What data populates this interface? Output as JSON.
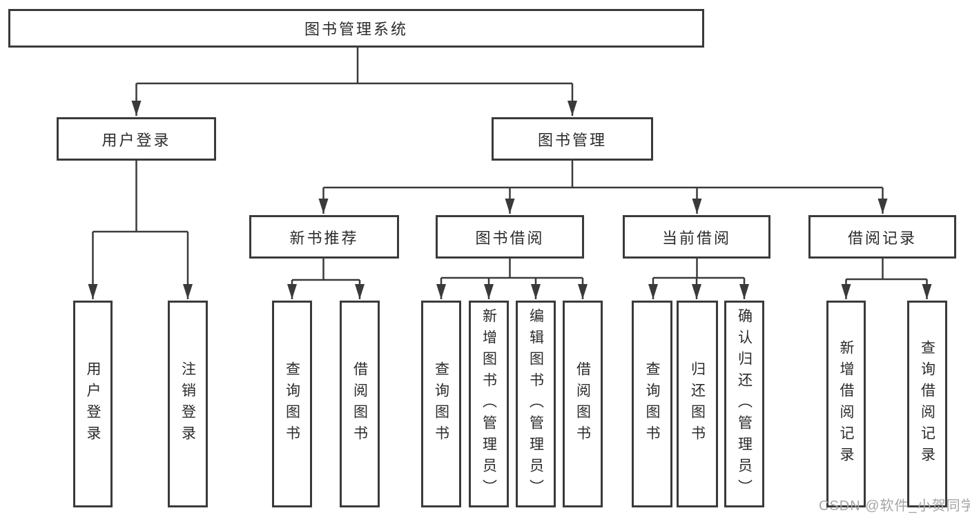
{
  "nodes": {
    "root": "图书管理系统",
    "level2": [
      "用户登录",
      "图书管理"
    ],
    "level3": [
      "新书推荐",
      "图书借阅",
      "当前借阅",
      "借阅记录"
    ],
    "leaves_login": [
      "用户登录",
      "注销登录"
    ],
    "leaves_newbook": [
      "查询图书",
      "借阅图书"
    ],
    "leaves_borrow": [
      "查询图书",
      "新增图书（管理员）",
      "编辑图书（管理员）",
      "借阅图书"
    ],
    "leaves_current": [
      "查询图书",
      "归还图书",
      "确认归还（管理员）"
    ],
    "leaves_record": [
      "新增借阅记录",
      "查询借阅记录"
    ]
  },
  "watermark": "CSDN @软件_小贺同学",
  "colors": {
    "line": "#3a3a3a",
    "text": "#2b2b2b",
    "watermark": "#a5a5a5",
    "background": "#ffffff"
  }
}
